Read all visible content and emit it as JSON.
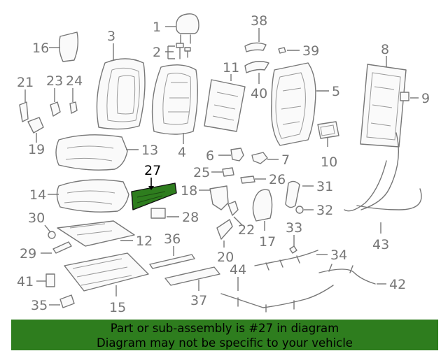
{
  "highlight_color": "#2e7d1e",
  "labels": {
    "l1": "1",
    "l2": "2",
    "l3": "3",
    "l5": "5",
    "l6": "6",
    "l7": "7",
    "l8": "8",
    "l9": "9",
    "l10": "10",
    "l11": "11",
    "l12": "12",
    "l13": "13",
    "l14": "14",
    "l15": "15",
    "l16": "16",
    "l17": "17",
    "l18": "18",
    "l19": "19",
    "l20": "20",
    "l21": "21",
    "l22": "22",
    "l23": "23",
    "l24": "24",
    "l25": "25",
    "l26": "26",
    "l27": "27",
    "l28": "28",
    "l29": "29",
    "l30": "30",
    "l31": "31",
    "l32": "32",
    "l33": "33",
    "l34": "34",
    "l35": "35",
    "l36": "36",
    "l37": "37",
    "l38": "38",
    "l39": "39",
    "l40": "40",
    "l41": "41",
    "l42": "42",
    "l43": "43",
    "l44": "44",
    "l4": "4"
  },
  "banner": {
    "line1": "Part or sub-assembly is #27 in diagram",
    "line2": "Diagram may not be specific to your vehicle"
  }
}
